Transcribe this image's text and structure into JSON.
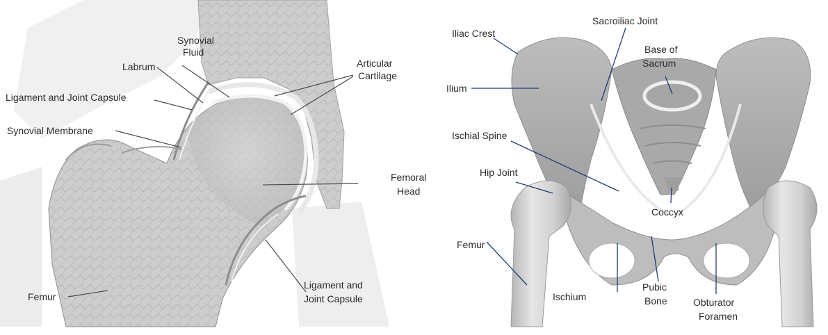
{
  "hip_joint_panel": {
    "labels": {
      "synovial_fluid": [
        "Synovial",
        "Fluid"
      ],
      "labrum": "Labrum",
      "ligament_capsule_upper": "Ligament and Joint Capsule",
      "synovial_membrane": "Synovial Membrane",
      "articular_cartilage": [
        "Articular",
        "Cartilage"
      ],
      "femoral_head": [
        "Femoral",
        "Head"
      ],
      "femur": "Femur",
      "ligament_capsule_lower": [
        "Ligament and",
        "Joint Capsule"
      ]
    }
  },
  "pelvis_panel": {
    "labels": {
      "iliac_crest": "Iliac Crest",
      "sacroiliac_joint": "Sacroiliac Joint",
      "base_of_sacrum": [
        "Base of",
        "Sacrum"
      ],
      "ilium": "Ilium",
      "ischial_spine": "Ischial Spine",
      "hip_joint": "Hip Joint",
      "coccyx": "Coccyx",
      "femur": "Femur",
      "ischium": "Ischium",
      "pubic_bone": [
        "Pubic",
        "Bone"
      ],
      "obturator_foramen": [
        "Obturator",
        "Foramen"
      ]
    }
  },
  "colors": {
    "hip_line": "#4a4a4a",
    "pelvis_line": "#1f3a78",
    "bone_light": "#e9e9e9",
    "bone_mid": "#c9c9c9",
    "bone_dark": "#a9a9a9"
  }
}
